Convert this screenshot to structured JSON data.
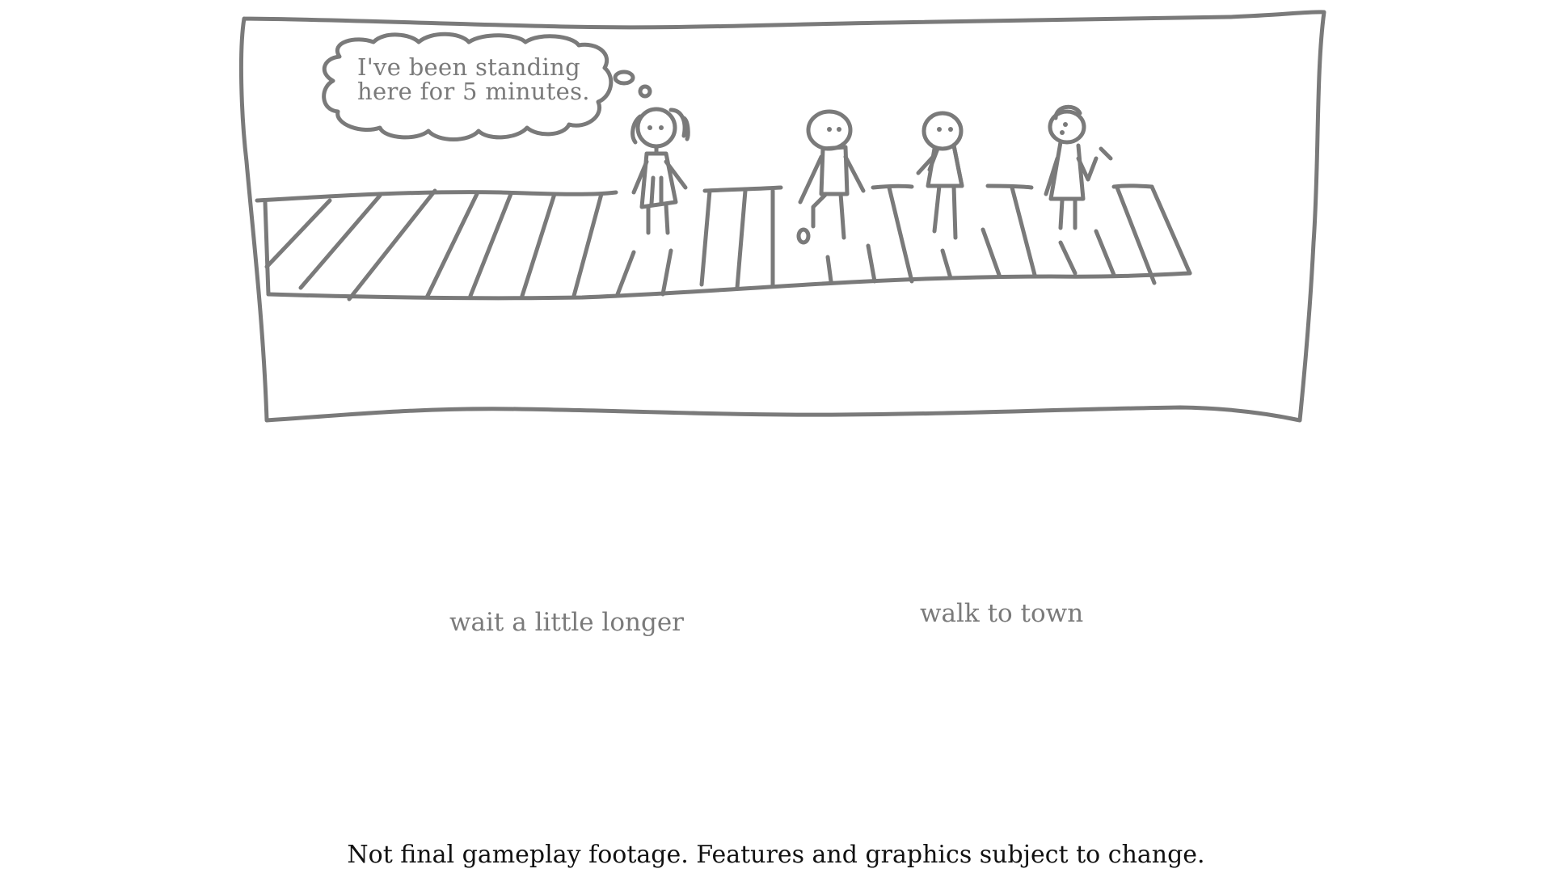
{
  "scene": {
    "thought_bubble": {
      "lines": [
        "I've been standing",
        "here for 5 minutes."
      ]
    }
  },
  "choices": [
    {
      "label": "wait a little longer"
    },
    {
      "label": "walk to town"
    }
  ],
  "footer": {
    "disclaimer": "Not final gameplay footage. Features and graphics subject to change."
  },
  "colors": {
    "ink": "#7a7a7a",
    "footer_text": "#111111",
    "background": "#ffffff"
  }
}
